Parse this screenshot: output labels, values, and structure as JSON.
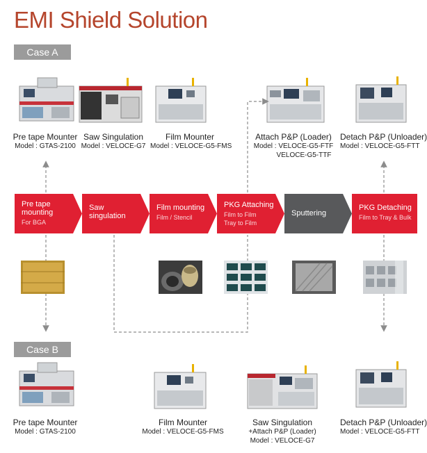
{
  "title": "EMI Shield Solution",
  "case_a": {
    "label": "Case A"
  },
  "case_b": {
    "label": "Case B"
  },
  "machines_a": [
    {
      "name": "Pre tape Mounter",
      "model": "Model : GTAS-2100"
    },
    {
      "name": "Saw Singulation",
      "model": "Model : VELOCE-G7"
    },
    {
      "name": "Film Mounter",
      "model": "Model : VELOCE-G5-FMS"
    },
    {
      "name": "Attach P&P (Loader)",
      "model": "Model : VELOCE-G5-FTF",
      "model2": "VELOCE-G5-TTF"
    },
    {
      "name": "Detach P&P (Unloader)",
      "model": "Model : VELOCE-G5-FTT"
    }
  ],
  "steps": [
    {
      "line1": "Pre tape",
      "line2": "mounting",
      "sub": "For BGA",
      "color": "#e02032"
    },
    {
      "line1": "Saw",
      "line2": "singulation",
      "sub": "",
      "color": "#e02032"
    },
    {
      "line1": "Film mounting",
      "line2": "",
      "sub": "Film / Stencil",
      "color": "#e02032"
    },
    {
      "line1": "PKG Attaching",
      "line2": "",
      "sub": "Film to Film",
      "sub2": "Tray to Film",
      "color": "#e02032"
    },
    {
      "line1": "Sputtering",
      "line2": "",
      "sub": "",
      "color": "#58595b"
    },
    {
      "line1": "PKG Detaching",
      "line2": "",
      "sub": "Film to Tray & Bulk",
      "color": "#e02032"
    }
  ],
  "machines_b": [
    {
      "name": "Pre tape Mounter",
      "model": "Model : GTAS-2100"
    },
    {
      "name": "Film Mounter",
      "model": "Model : VELOCE-G5-FMS"
    },
    {
      "name": "Saw Singulation",
      "model": "+Attach P&P (Loader)",
      "model2": "Model : VELOCE-G7"
    },
    {
      "name": "Detach P&P (Unloader)",
      "model": "Model : VELOCE-G5-FTT"
    }
  ],
  "colors": {
    "accent": "#e02032",
    "dark_step": "#58595b",
    "title": "#b5452c",
    "dashed": "#8c8c8c"
  }
}
